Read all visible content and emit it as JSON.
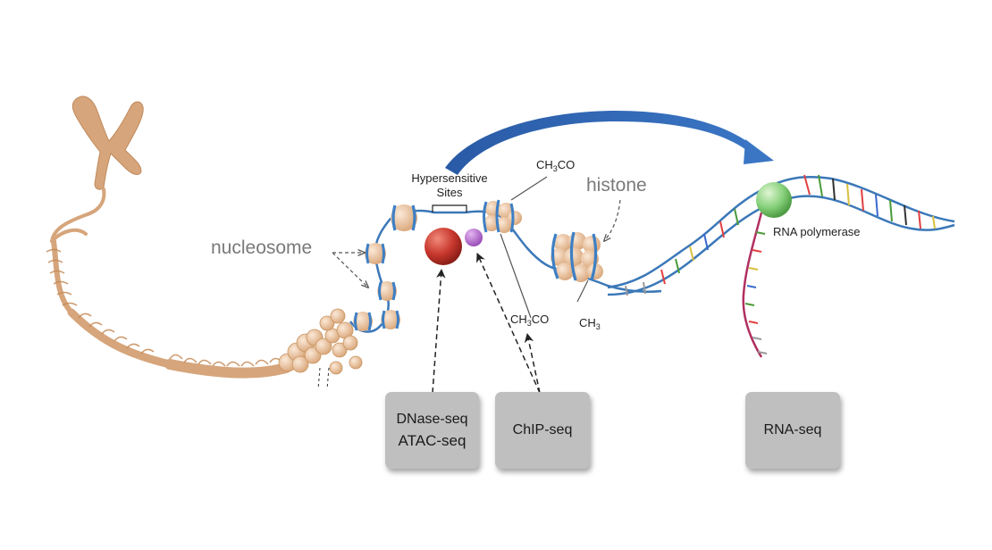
{
  "labels": {
    "nucleosome": "nucleosome",
    "histone": "histone",
    "hypersensitive_line1": "Hypersensitive",
    "hypersensitive_line2": "Sites",
    "acetyl_top": {
      "pre": "CH",
      "sub": "3",
      "post": "CO"
    },
    "acetyl_bottom": {
      "pre": "CH",
      "sub": "3",
      "post": "CO"
    },
    "methyl": {
      "pre": "CH",
      "sub": "3"
    },
    "rna_polymerase": "RNA polymerase"
  },
  "assays": [
    {
      "name": "dnase-atac-box",
      "lines": [
        "DNase-seq",
        "ATAC-seq"
      ]
    },
    {
      "name": "chip-seq-box",
      "lines": [
        "ChIP-seq"
      ]
    },
    {
      "name": "rna-seq-box",
      "lines": [
        "RNA-seq"
      ]
    }
  ],
  "colors": {
    "chromatin": "#d6a57b",
    "nucleosome_bead": "#f2d2b4",
    "histone_band": "#3d7fc4",
    "dna_line": "#3b78b8",
    "curved_arrow": "#2e5ea8",
    "hypersensitive_red": "#c8372d",
    "hypersensitive_purple": "#b86ad0",
    "rna_polymerase": "#86d07a",
    "box_fill": "#bfbfbf"
  }
}
